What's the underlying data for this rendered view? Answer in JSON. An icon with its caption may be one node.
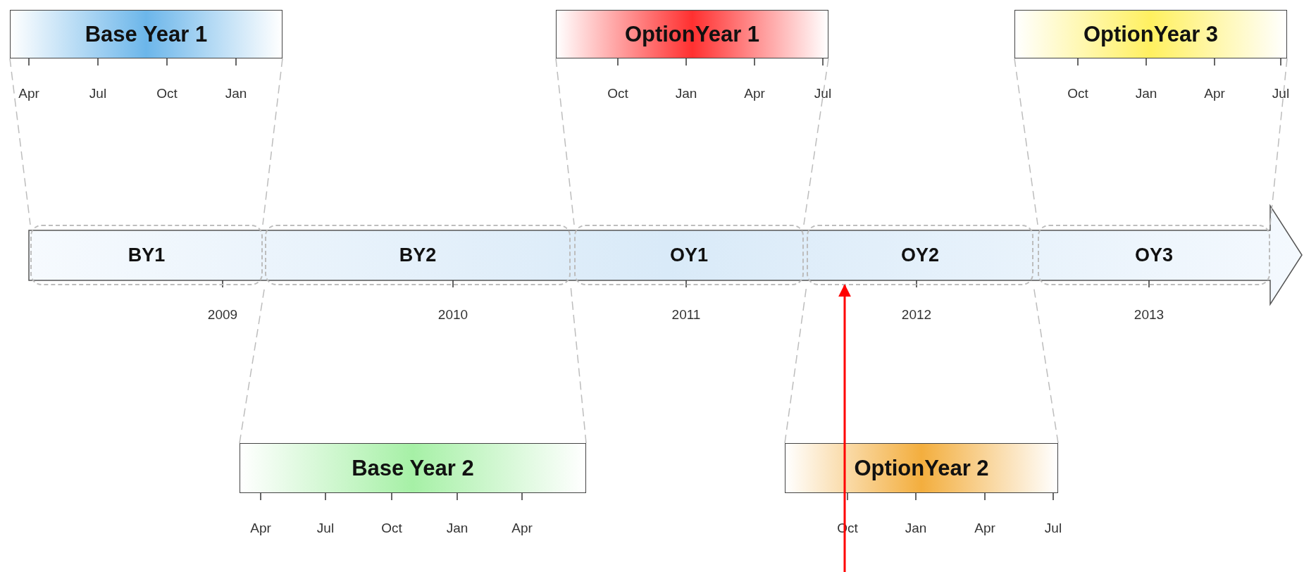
{
  "diagram": {
    "nodes": [
      {
        "text": [
          "Base Year 1"
        ]
      },
      {
        "text": [
          "OptionYear 1"
        ]
      },
      {
        "text": [
          "OptionYear 3"
        ]
      },
      {
        "text": [
          "BY1"
        ]
      },
      {
        "text": [
          "BY2"
        ]
      },
      {
        "text": [
          "OY1"
        ]
      },
      {
        "text": [
          "OY2"
        ]
      },
      {
        "text": [
          "OY3"
        ]
      },
      {
        "text": [
          "Base Year 2"
        ]
      },
      {
        "text": [
          "OptionYear 2"
        ]
      }
    ],
    "edges": [
      {
        "from": 0,
        "to": 3,
        "arrow": "none",
        "style": "dashed"
      },
      {
        "from": 0,
        "to": 3,
        "arrow": "none",
        "style": "dashed"
      },
      {
        "from": 1,
        "to": 5,
        "arrow": "none",
        "style": "dashed"
      },
      {
        "from": 1,
        "to": 5,
        "arrow": "none",
        "style": "dashed"
      },
      {
        "from": 2,
        "to": 7,
        "arrow": "none",
        "style": "dashed"
      },
      {
        "from": 2,
        "to": 7,
        "arrow": "none",
        "style": "dashed"
      },
      {
        "from": 8,
        "to": 4,
        "arrow": "none",
        "style": "dashed"
      },
      {
        "from": 8,
        "to": 4,
        "arrow": "none",
        "style": "dashed"
      },
      {
        "from": 9,
        "to": 6,
        "arrow": "none",
        "style": "dashed"
      },
      {
        "from": 9,
        "to": 6,
        "arrow": "none",
        "style": "dashed"
      },
      {
        "from": null,
        "to": 6,
        "arrow": "to",
        "color": "#ff0000"
      }
    ],
    "labels": [
      "Apr",
      "Jul",
      "Oct",
      "Jan",
      "Oct",
      "Jan",
      "Apr",
      "Jul",
      "Oct",
      "Jan",
      "Apr",
      "Jul",
      "2009",
      "2010",
      "2011",
      "2012",
      "2013",
      "Apr",
      "Jul",
      "Oct",
      "Jan",
      "Apr",
      "Oct",
      "Jan",
      "Apr",
      "Jul"
    ]
  }
}
